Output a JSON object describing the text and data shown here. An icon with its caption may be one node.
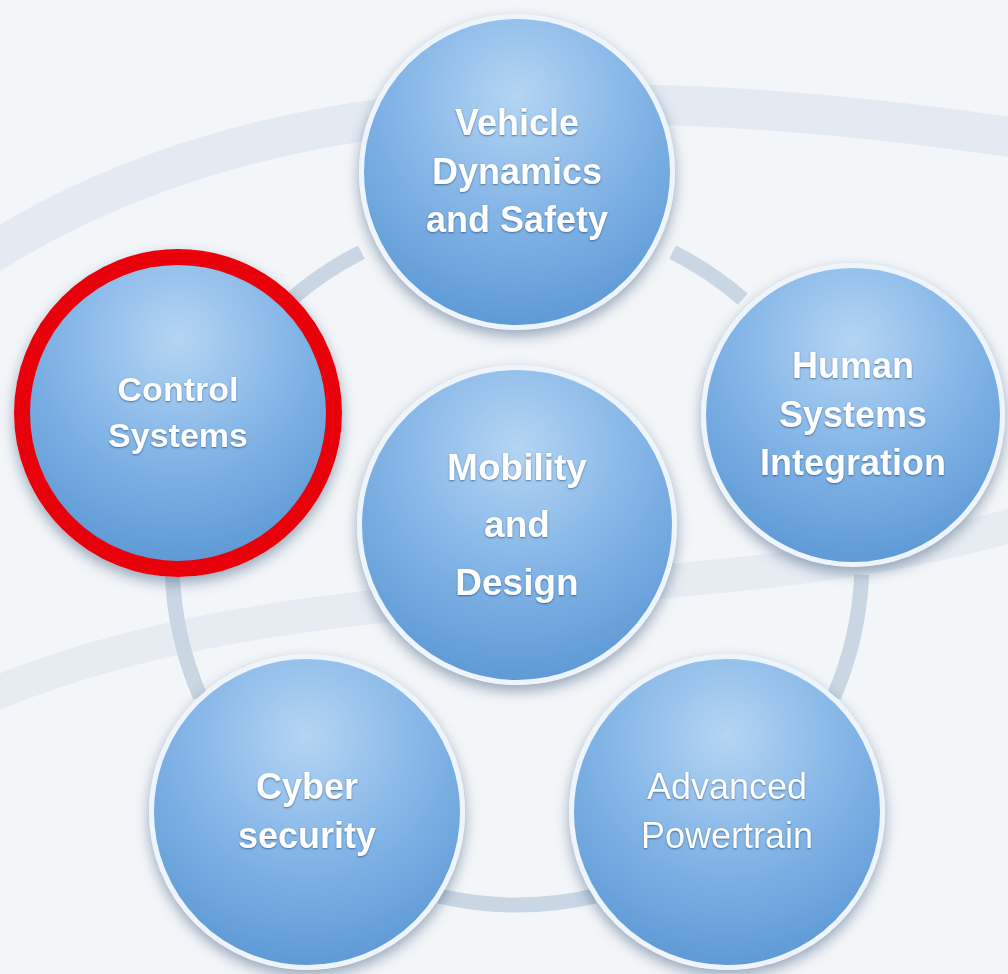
{
  "diagram": {
    "nodes": [
      {
        "text": [
          "Vehicle Dynamics and Safety"
        ]
      },
      {
        "text": [
          "Control Systems"
        ]
      },
      {
        "text": [
          "Human Systems Integration"
        ]
      },
      {
        "text": [
          "Mobility and Design"
        ]
      },
      {
        "text": [
          "Cyber security"
        ]
      },
      {
        "text": [
          "Advanced Powertrain"
        ]
      }
    ],
    "edges": [
      {
        "from": 0,
        "to": 2,
        "arrow": "none"
      },
      {
        "from": 2,
        "to": 5,
        "arrow": "none"
      },
      {
        "from": 5,
        "to": 4,
        "arrow": "none"
      },
      {
        "from": 4,
        "to": 1,
        "arrow": "none"
      },
      {
        "from": 1,
        "to": 0,
        "arrow": "none"
      }
    ]
  }
}
